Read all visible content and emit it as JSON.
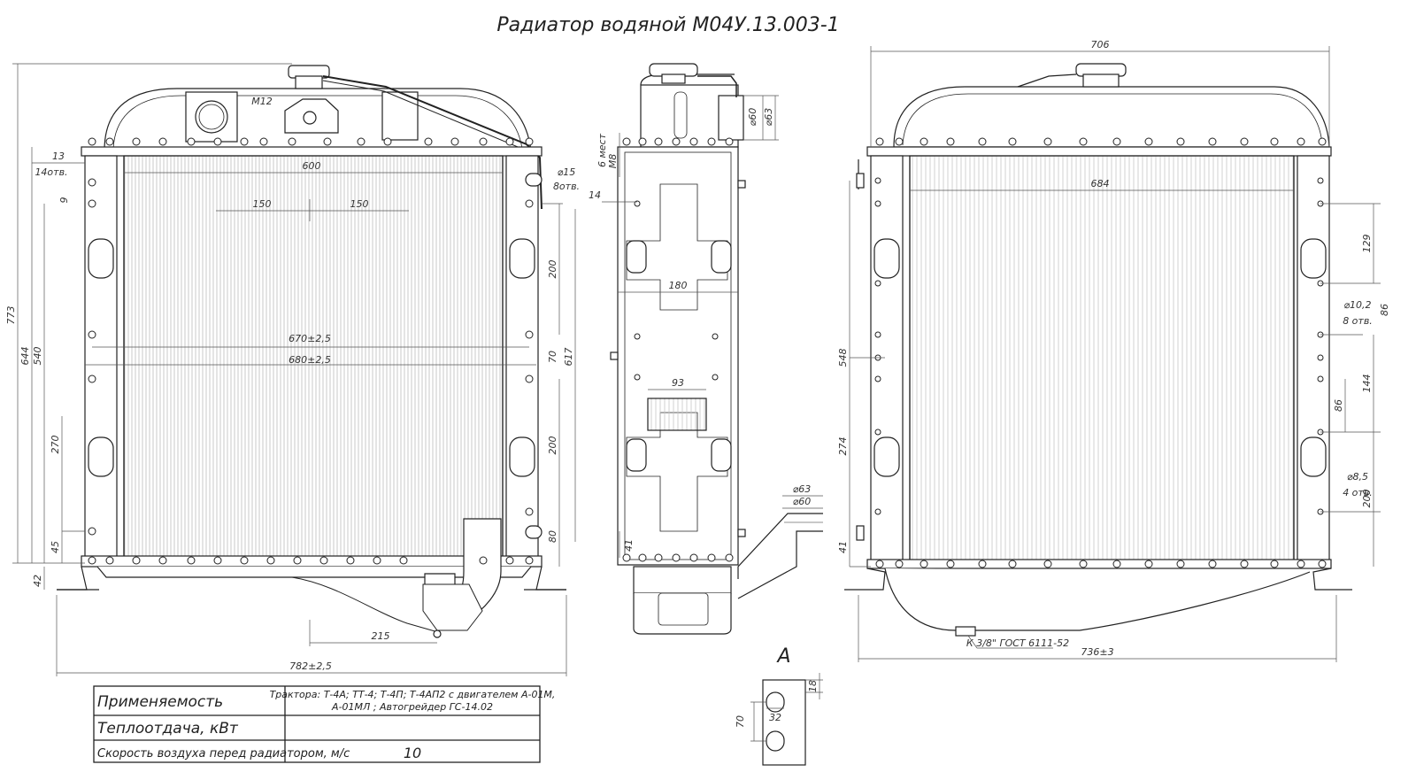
{
  "title": "Радиатор водяной М04У.13.003-1",
  "section_label": "А",
  "front_view": {
    "dims": {
      "width_overall": "782±2,5",
      "d215": "215",
      "d600": "600",
      "d150a": "150",
      "d150b": "150",
      "d670": "670±2,5",
      "d680": "680±2,5",
      "d773": "773",
      "d644": "644",
      "d540": "540",
      "d270": "270",
      "d45": "45",
      "d42": "42",
      "d13": "13",
      "holes14": "14отв.",
      "d9": "9",
      "m12": "М12",
      "d200a": "200",
      "d70": "70",
      "d617": "617",
      "d200b": "200",
      "d80": "80",
      "phi15": "⌀15",
      "holes8": "8отв."
    }
  },
  "side_view": {
    "dims": {
      "m8": "М8",
      "places6": "6 мест",
      "d14": "14",
      "phi60": "⌀60",
      "phi63": "⌀63",
      "d180": "180",
      "d93": "93",
      "d41": "41",
      "phi63b": "⌀63",
      "phi60b": "⌀60"
    }
  },
  "rear_view": {
    "dims": {
      "d706": "706",
      "d684": "684",
      "d129": "129",
      "phi10": "⌀10,2",
      "holes8": "8 отв.",
      "d86a": "86",
      "d144": "144",
      "d86b": "86",
      "phi8": "⌀8,5",
      "holes4": "4 отв.",
      "d200": "200",
      "d548": "548",
      "d274": "274",
      "d41": "41",
      "d736": "736±3",
      "drain": "К 3/8\" ГОСТ 6111-52"
    }
  },
  "detail_a": {
    "d18": "18",
    "d32": "32",
    "d70": "70"
  },
  "spec_table": {
    "rows": [
      {
        "label": "Применяемость",
        "value": "Трактора: Т-4А;  ТТ-4;  Т-4П; Т-4АП2 с двигателем  А-01М,",
        "value2": "А-01МЛ ; Автогрейдер ГС-14.02"
      },
      {
        "label": "Теплоотдача, кВт",
        "value": "",
        "value2": ""
      },
      {
        "label": "Скорость воздуха перед радиатором, м/с",
        "value": "10",
        "value2": ""
      }
    ]
  },
  "colors": {
    "line": "#222222",
    "dim_line": "#555555",
    "fin": "#b8b8b8",
    "background": "#ffffff"
  }
}
